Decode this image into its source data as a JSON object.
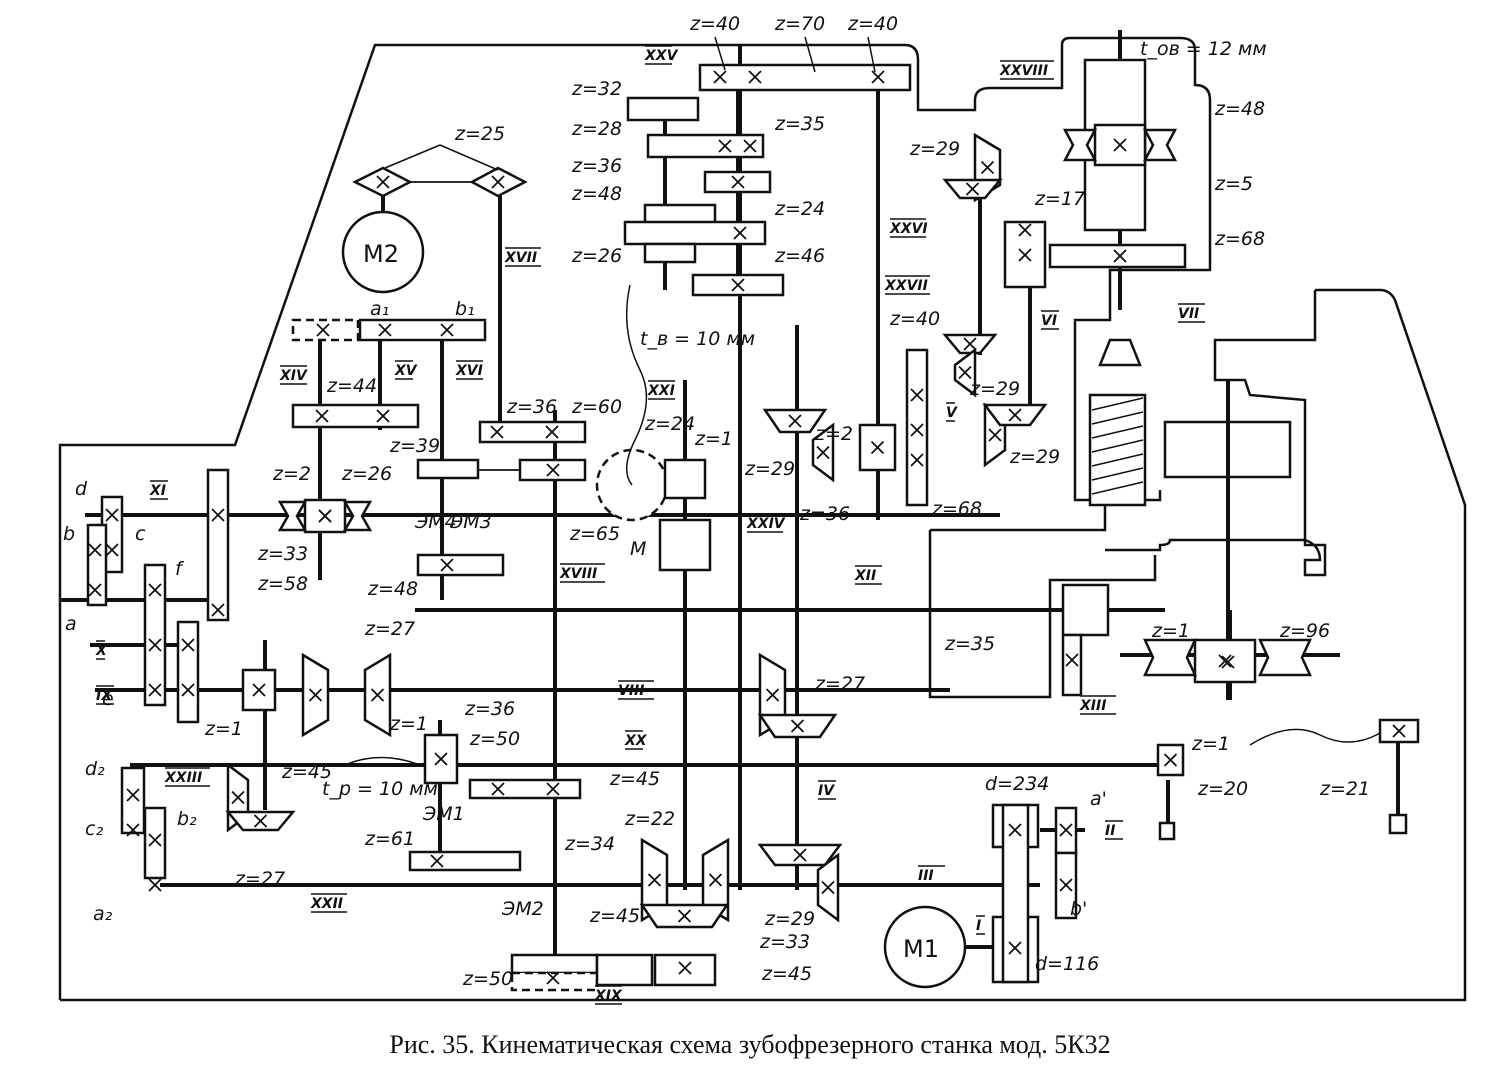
{
  "caption": "Рис. 35. Кинематическая схема зубофрезерного станка мод. 5К32",
  "motors": [
    {
      "id": "M1",
      "label": "M1"
    },
    {
      "id": "M2",
      "label": "M2"
    },
    {
      "id": "M",
      "label": "M"
    }
  ],
  "shafts": [
    "I",
    "II",
    "III",
    "IV",
    "V",
    "VI",
    "VII",
    "VIII",
    "IX",
    "X",
    "XI",
    "XII",
    "XIII",
    "XIV",
    "XV",
    "XVI",
    "XVII",
    "XVIII",
    "XIX",
    "XX",
    "XXI",
    "XXII",
    "XXIII",
    "XXIV",
    "XXV",
    "XXVI",
    "XXVII",
    "XXVIII"
  ],
  "clutches": [
    "ЭМ1",
    "ЭМ2",
    "ЭМ3",
    "ЭМ4"
  ],
  "pitches": {
    "t_ov": "t_ов = 12 мм",
    "t_v": "t_в = 10 мм",
    "t_p": "t_р = 10 мм"
  },
  "pulleys": {
    "d1": "d=234",
    "d2": "d=116"
  },
  "change_gears": [
    "a",
    "b",
    "c",
    "d",
    "e",
    "f",
    "a1",
    "b1",
    "a2",
    "b2",
    "c2",
    "d2",
    "a'",
    "b'"
  ],
  "labels": {
    "top_z40_left": "z=40",
    "top_z70": "z=70",
    "top_z40_right": "z=40",
    "z32": "z=32",
    "z28": "z=28",
    "z35_top": "z=35",
    "z36_top": "z=36",
    "z48_top": "z=48",
    "z24_top": "z=24",
    "z26_top": "z=26",
    "z46": "z=46",
    "z25": "z=25",
    "z29_a": "z=29",
    "z48_ov": "z=48",
    "z5": "z=5",
    "z17": "z=17",
    "z68_ov": "z=68",
    "z44": "z=44",
    "z36_mid": "z=36",
    "z60": "z=60",
    "z39": "z=39",
    "z65": "z=65",
    "z48_em": "z=48",
    "z24_m": "z=24",
    "z1_m": "z=1",
    "z2_xi": "z=2",
    "z26_xi": "z=26",
    "z33_left": "z=33",
    "z58": "z=58",
    "z40_v": "z=40",
    "z29_b": "z=29",
    "z2_v": "z=2",
    "z29_c": "z=29",
    "z29_d": "z=29",
    "z36_v": "z=36",
    "z68_v": "z=68",
    "z27_top": "z=27",
    "z1_ix": "z=1",
    "z45_ix": "z=45",
    "z27_viii": "z=27",
    "z35_xii": "z=35",
    "z1_xiii": "z=1",
    "z96": "z=96",
    "z36_em1": "z=36",
    "z1_em1": "z=1",
    "z50_em1": "z=50",
    "z45_mid": "z=45",
    "z27_xxiii": "z=27",
    "z61": "z=61",
    "z34": "z=34",
    "z22": "z=22",
    "z33_bottom": "z=33",
    "z45_bottom": "z=45",
    "z29_iv": "z=29",
    "z45_xix": "z=45",
    "z50_xix": "z=50",
    "z1_right": "z=1",
    "z20": "z=20",
    "z21": "z=21"
  }
}
